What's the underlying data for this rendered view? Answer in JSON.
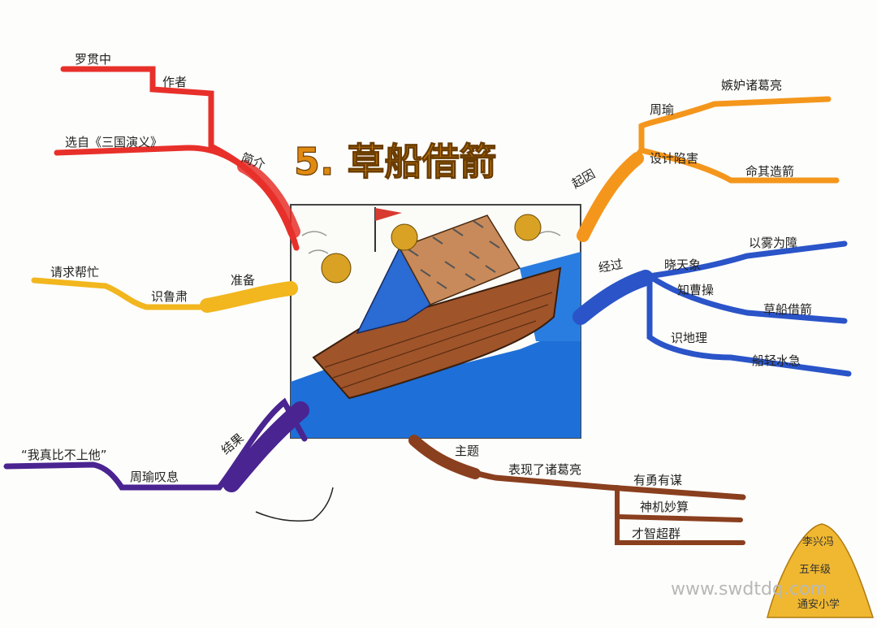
{
  "title": "5. 草船借箭",
  "watermark": "www.swdtdq.com",
  "signature": {
    "line1": "李兴冯",
    "line2": "五年级",
    "line3": "通安小学"
  },
  "colors": {
    "red": "#e8302a",
    "orange": "#f4961c",
    "yellow": "#f2b61e",
    "blue": "#2a54c8",
    "purple": "#4a2490",
    "brown": "#8a3f1e",
    "title": "#e08a12"
  },
  "branches": {
    "jianjie": {
      "label": "简介",
      "children": [
        {
          "label": "作者",
          "sub": "罗贯中"
        },
        {
          "label": "选自《三国演义》"
        }
      ]
    },
    "zhunbei": {
      "label": "准备",
      "children": [
        {
          "label": "识鲁肃",
          "sub": "请求帮忙"
        }
      ]
    },
    "jieguo": {
      "label": "结果",
      "children": [
        {
          "label": "周瑜叹息",
          "sub": "“我真比不上他”"
        }
      ]
    },
    "qiyin": {
      "label": "起因",
      "children": [
        {
          "label": "周瑜",
          "sub": "嫉妒诸葛亮"
        },
        {
          "label": "设计陷害",
          "sub": "命其造箭"
        }
      ]
    },
    "jingguo": {
      "label": "经过",
      "children": [
        {
          "label": "晓天象",
          "sub": "以雾为障"
        },
        {
          "label": "知曹操",
          "sub": "草船借箭"
        },
        {
          "label": "识地理",
          "sub": "船轻水急"
        }
      ]
    },
    "zhuti": {
      "label": "主题",
      "children": [
        {
          "label": "表现了诸葛亮",
          "subs": [
            "有勇有谋",
            "神机妙算",
            "才智超群"
          ]
        }
      ]
    }
  }
}
